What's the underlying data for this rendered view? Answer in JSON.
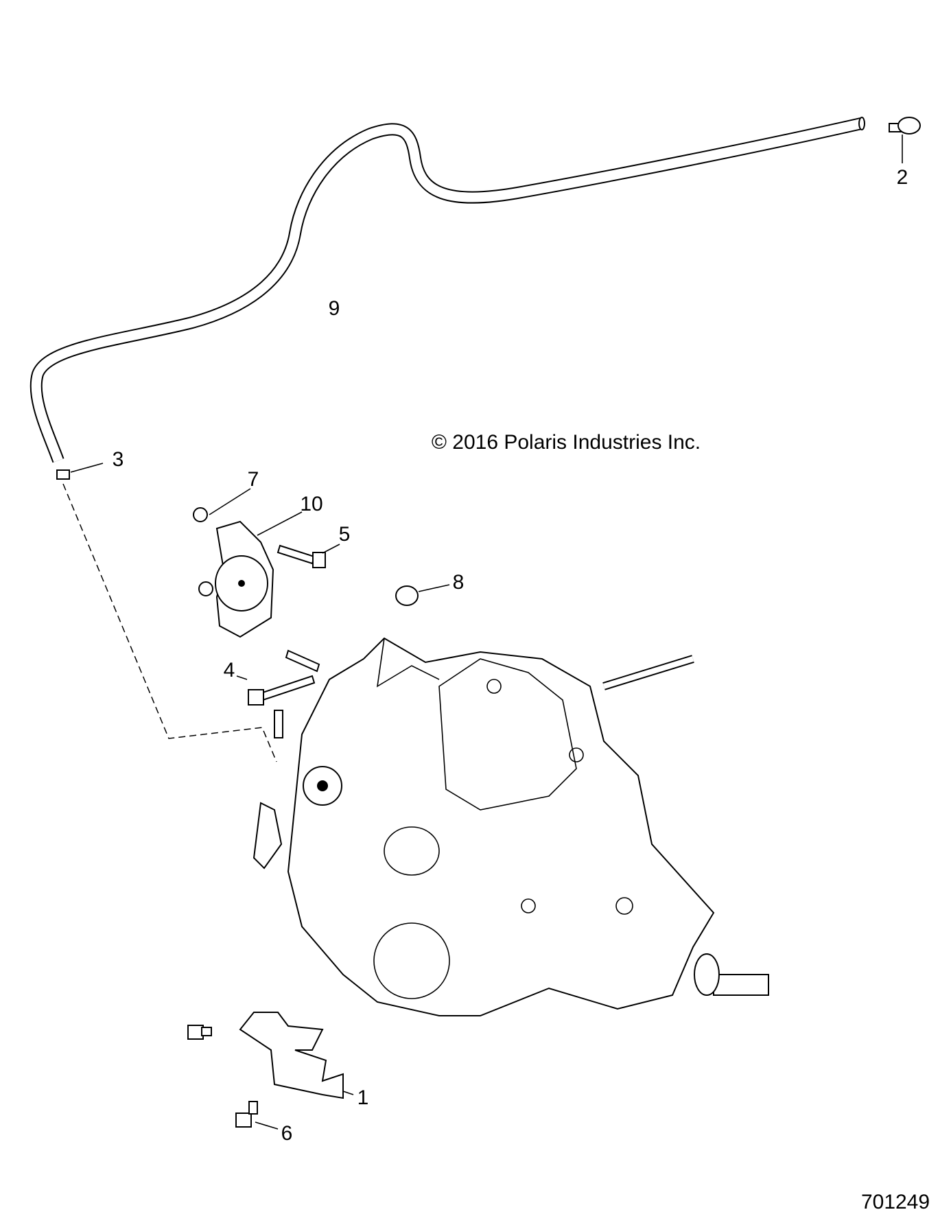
{
  "copyright": "© 2016 Polaris Industries Inc.",
  "figure_number": "701249",
  "callouts": [
    {
      "id": "1",
      "part": "bracket"
    },
    {
      "id": "2",
      "part": "fitting"
    },
    {
      "id": "3",
      "part": "hose-clamp"
    },
    {
      "id": "4",
      "part": "bolt"
    },
    {
      "id": "5",
      "part": "bolt"
    },
    {
      "id": "6",
      "part": "bolt"
    },
    {
      "id": "7",
      "part": "nut"
    },
    {
      "id": "8",
      "part": "grommet"
    },
    {
      "id": "9",
      "part": "vent-hose"
    },
    {
      "id": "10",
      "part": "gear-position-sensor"
    }
  ]
}
